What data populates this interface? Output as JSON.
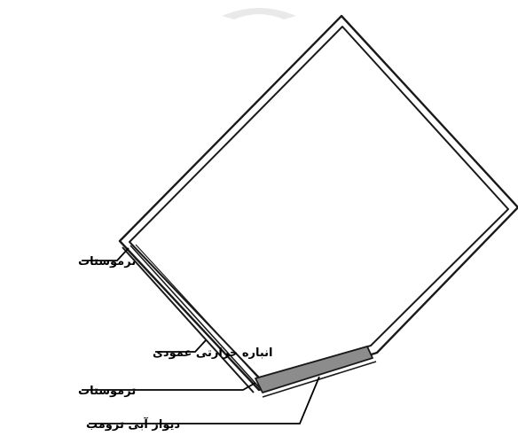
{
  "diagram": {
    "labels": {
      "thermostat_top": "ترموستات",
      "vertical_heat_storage": "انباره حرارتی عمودی",
      "thermostat_bottom": "ترموستات",
      "trombe_water_wall": "دیوار آبی ترومب"
    },
    "colors": {
      "outline": "#1a1a1a",
      "background": "#ffffff",
      "water_wall_fill": "#8c8c8c",
      "leader_line": "#000000",
      "tank_fill": "#ffffff"
    }
  }
}
